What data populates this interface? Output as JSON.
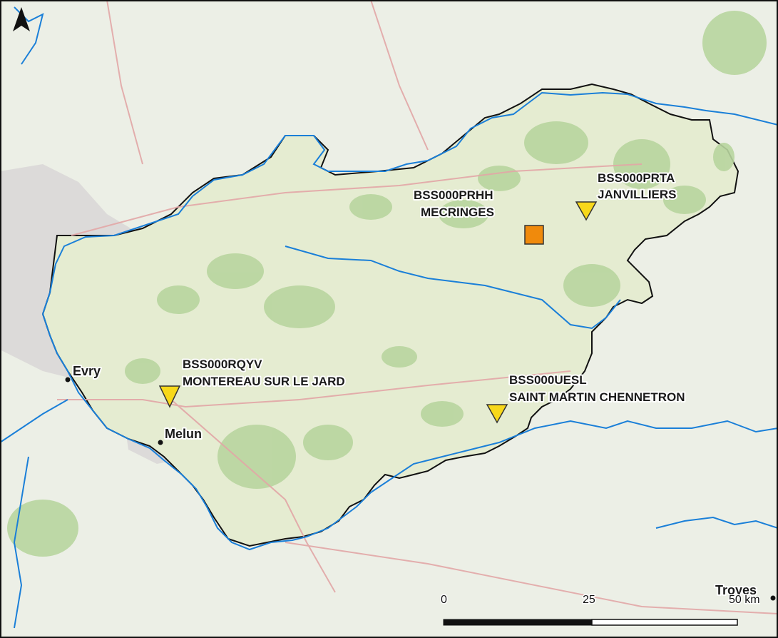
{
  "map": {
    "north_arrow": "north-arrow-icon",
    "colors": {
      "basemap": "#ecefe6",
      "region_fill": "#e6ecd3",
      "forest": "#b9d6a0",
      "urban": "#d7d4d4",
      "river": "#1a7fd8",
      "boundary": "#111111",
      "triangle": "#f7d81a",
      "square": "#f08a0c"
    },
    "sites": [
      {
        "code": "BSS000PRHH",
        "name": "MECRINGES",
        "symbol": "orange-square"
      },
      {
        "code": "BSS000PRTA",
        "name": "JANVILLIERS",
        "symbol": "yellow-triangle"
      },
      {
        "code": "BSS000RQYV",
        "name": "MONTEREAU SUR LE JARD",
        "symbol": "yellow-triangle"
      },
      {
        "code": "BSS000UESL",
        "name": "SAINT MARTIN CHENNETRON",
        "symbol": "yellow-triangle"
      }
    ],
    "cities": [
      {
        "name": "Evry"
      },
      {
        "name": "Melun"
      },
      {
        "name": "Troyes"
      }
    ],
    "scale_bar": {
      "ticks": [
        "0",
        "25",
        "50 km"
      ]
    }
  }
}
